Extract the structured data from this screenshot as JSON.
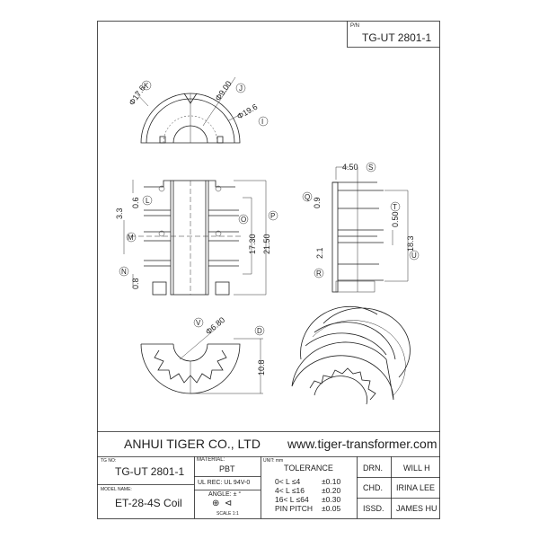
{
  "part_number": {
    "label": "P/N",
    "value": "TG-UT 2801-1"
  },
  "dimensions": {
    "d17": "Φ17.6",
    "d9": "Φ9.00",
    "d196": "Φ19.6",
    "d06": "0.6",
    "d33": "3.3",
    "d08": "0.8",
    "d1730": "17.30",
    "d2150": "21.50",
    "d450": "4.50",
    "d09": "0.9",
    "d050": "0.50",
    "d183": "18.3",
    "d21": "2.1",
    "d680": "Φ6.80",
    "d108": "10.8"
  },
  "callouts": {
    "K": "K",
    "J": "J",
    "I": "I",
    "L": "L",
    "M": "M",
    "N": "N",
    "O": "O",
    "P": "P",
    "Q": "Q",
    "R": "R",
    "S": "S",
    "T": "T",
    "U": "U",
    "V": "V",
    "D": "D"
  },
  "title_block": {
    "company": "ANHUI TIGER CO., LTD",
    "website": "www.tiger-transformer.com",
    "tg_no_label": "TG NO:",
    "tg_no": "TG-UT 2801-1",
    "model_label": "MODEL NAME:",
    "model": "ET-28-4S Coil",
    "material_label": "MATERIAL:",
    "material": "PBT",
    "ul_rec": "UL REC:  UL 94V-0",
    "angle": "ANGLE:  ± °",
    "scale": "SCALE 1:1",
    "unit": "UNIT: mm",
    "tolerance_title": "TOLERANCE",
    "tolerances": [
      {
        "range": "0< L ≤4",
        "value": "±0.10"
      },
      {
        "range": "4< L ≤16",
        "value": "±0.20"
      },
      {
        "range": "16< L ≤64",
        "value": "±0.30"
      },
      {
        "range": "PIN PITCH",
        "value": "±0.05"
      }
    ],
    "drn_label": "DRN.",
    "drn": "WILL H",
    "chd_label": "CHD.",
    "chd": "IRINA LEE",
    "issd_label": "ISSD.",
    "issd": "JAMES HU"
  }
}
